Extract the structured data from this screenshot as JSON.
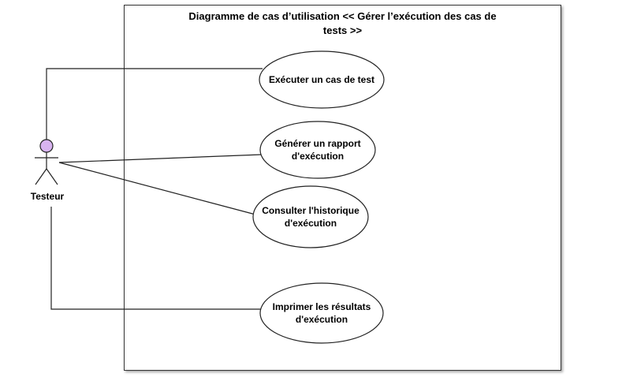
{
  "diagram": {
    "title_line1": "Diagramme de cas d’utilisation  << Gérer l’exécution des cas de",
    "title_line2": "tests >>",
    "actor": {
      "label": "Testeur",
      "head_color": "#d8b4f0"
    },
    "use_cases": [
      {
        "line1": "Exécuter un cas de test",
        "line2": ""
      },
      {
        "line1": "Générer un rapport",
        "line2": "d'exécution"
      },
      {
        "line1": "Consulter l'historique",
        "line2": "d'exécution"
      },
      {
        "line1": "Imprimer les résultats",
        "line2": "d'exécution"
      }
    ]
  }
}
